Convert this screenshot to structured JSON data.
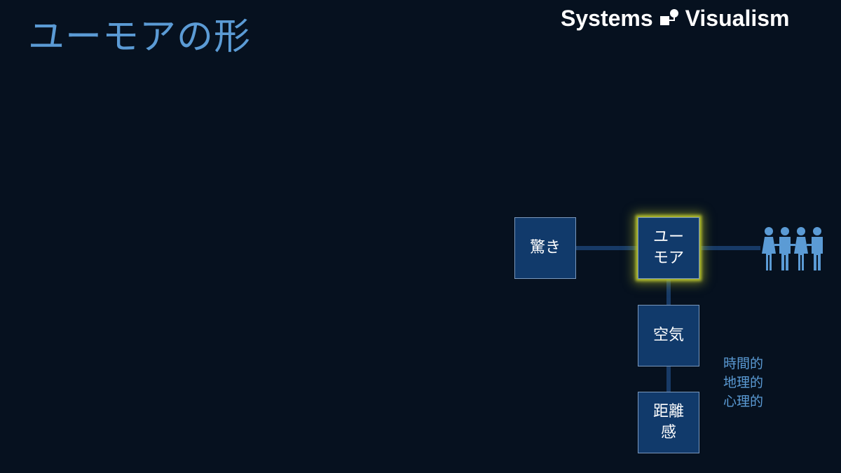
{
  "title": "ユーモアの形",
  "brand": {
    "left": "Systems",
    "right": "Visualism"
  },
  "nodes": {
    "surprise": "驚き",
    "humor": "ユーモア",
    "atmosphere": "空気",
    "distance": "距離感"
  },
  "aspects": [
    "時間的",
    "地理的",
    "心理的"
  ],
  "colors": {
    "background": "#06111f",
    "title": "#5b9bd5",
    "node_fill": "#113a6b",
    "node_border": "#7a98bd",
    "connector": "#173a66",
    "highlight_glow": "#b4bf2e",
    "people": "#5b9bd5"
  },
  "icons": [
    "people-group-icon",
    "brand-logo-icon"
  ]
}
